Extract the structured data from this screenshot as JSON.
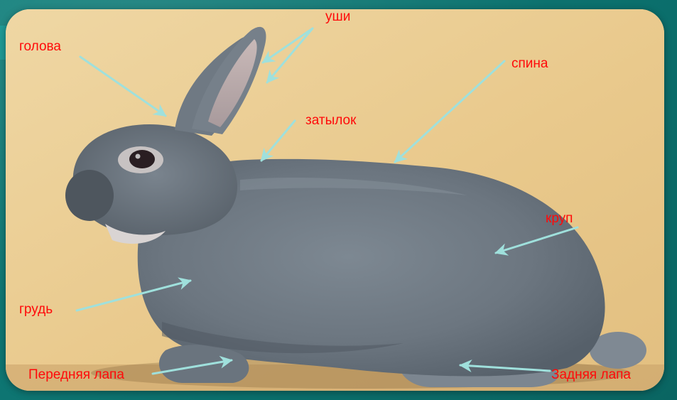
{
  "diagram": {
    "labels": {
      "ears": "уши",
      "head": "голова",
      "back": "спина",
      "nape": "затылок",
      "croup": "круп",
      "chest": "грудь",
      "front_paw": "Передняя лапа",
      "hind_paw": "Задняя лапа"
    },
    "colors": {
      "label_text": "#ff0a0a",
      "arrow": "#9fe0dc",
      "slide_background": "#0f7a76",
      "photo_background": "#eccf96",
      "rabbit_fur": "#6f7a84"
    },
    "icons": {
      "photo": "rabbit-photo"
    }
  }
}
